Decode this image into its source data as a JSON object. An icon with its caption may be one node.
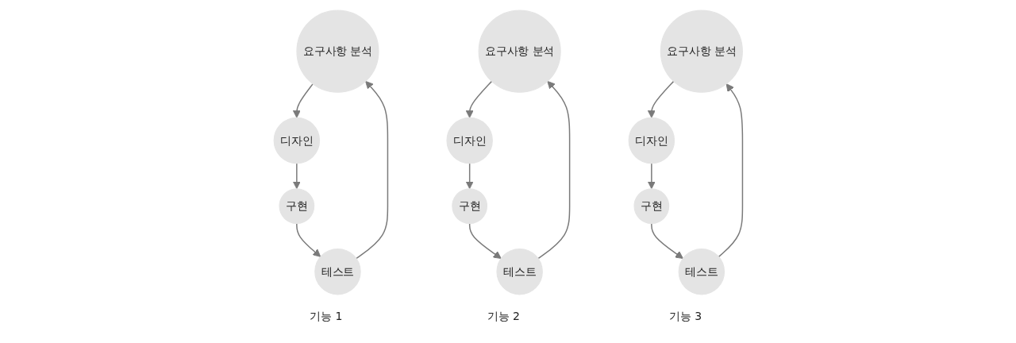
{
  "diagram": {
    "nodes": [
      {
        "text": [
          "요구사항 분석"
        ]
      },
      {
        "text": [
          "디자인"
        ]
      },
      {
        "text": [
          "구현"
        ]
      },
      {
        "text": [
          "테스트"
        ]
      },
      {
        "text": [
          "요구사항 분석"
        ]
      },
      {
        "text": [
          "디자인"
        ]
      },
      {
        "text": [
          "구현"
        ]
      },
      {
        "text": [
          "테스트"
        ]
      },
      {
        "text": [
          "요구사항 분석"
        ]
      },
      {
        "text": [
          "디자인"
        ]
      },
      {
        "text": [
          "구현"
        ]
      },
      {
        "text": [
          "테스트"
        ]
      }
    ],
    "edges": [
      {
        "from": 0,
        "to": 1,
        "arrow": "to"
      },
      {
        "from": 1,
        "to": 2,
        "arrow": "to"
      },
      {
        "from": 2,
        "to": 3,
        "arrow": "to"
      },
      {
        "from": 3,
        "to": 0,
        "arrow": "to"
      },
      {
        "from": 4,
        "to": 5,
        "arrow": "to"
      },
      {
        "from": 5,
        "to": 6,
        "arrow": "to"
      },
      {
        "from": 6,
        "to": 7,
        "arrow": "to"
      },
      {
        "from": 7,
        "to": 4,
        "arrow": "to"
      },
      {
        "from": 8,
        "to": 9,
        "arrow": "to"
      },
      {
        "from": 9,
        "to": 10,
        "arrow": "to"
      },
      {
        "from": 10,
        "to": 11,
        "arrow": "to"
      },
      {
        "from": 11,
        "to": 8,
        "arrow": "to"
      }
    ],
    "labels": [
      "기능 1",
      "기능 2",
      "기능 3"
    ]
  }
}
